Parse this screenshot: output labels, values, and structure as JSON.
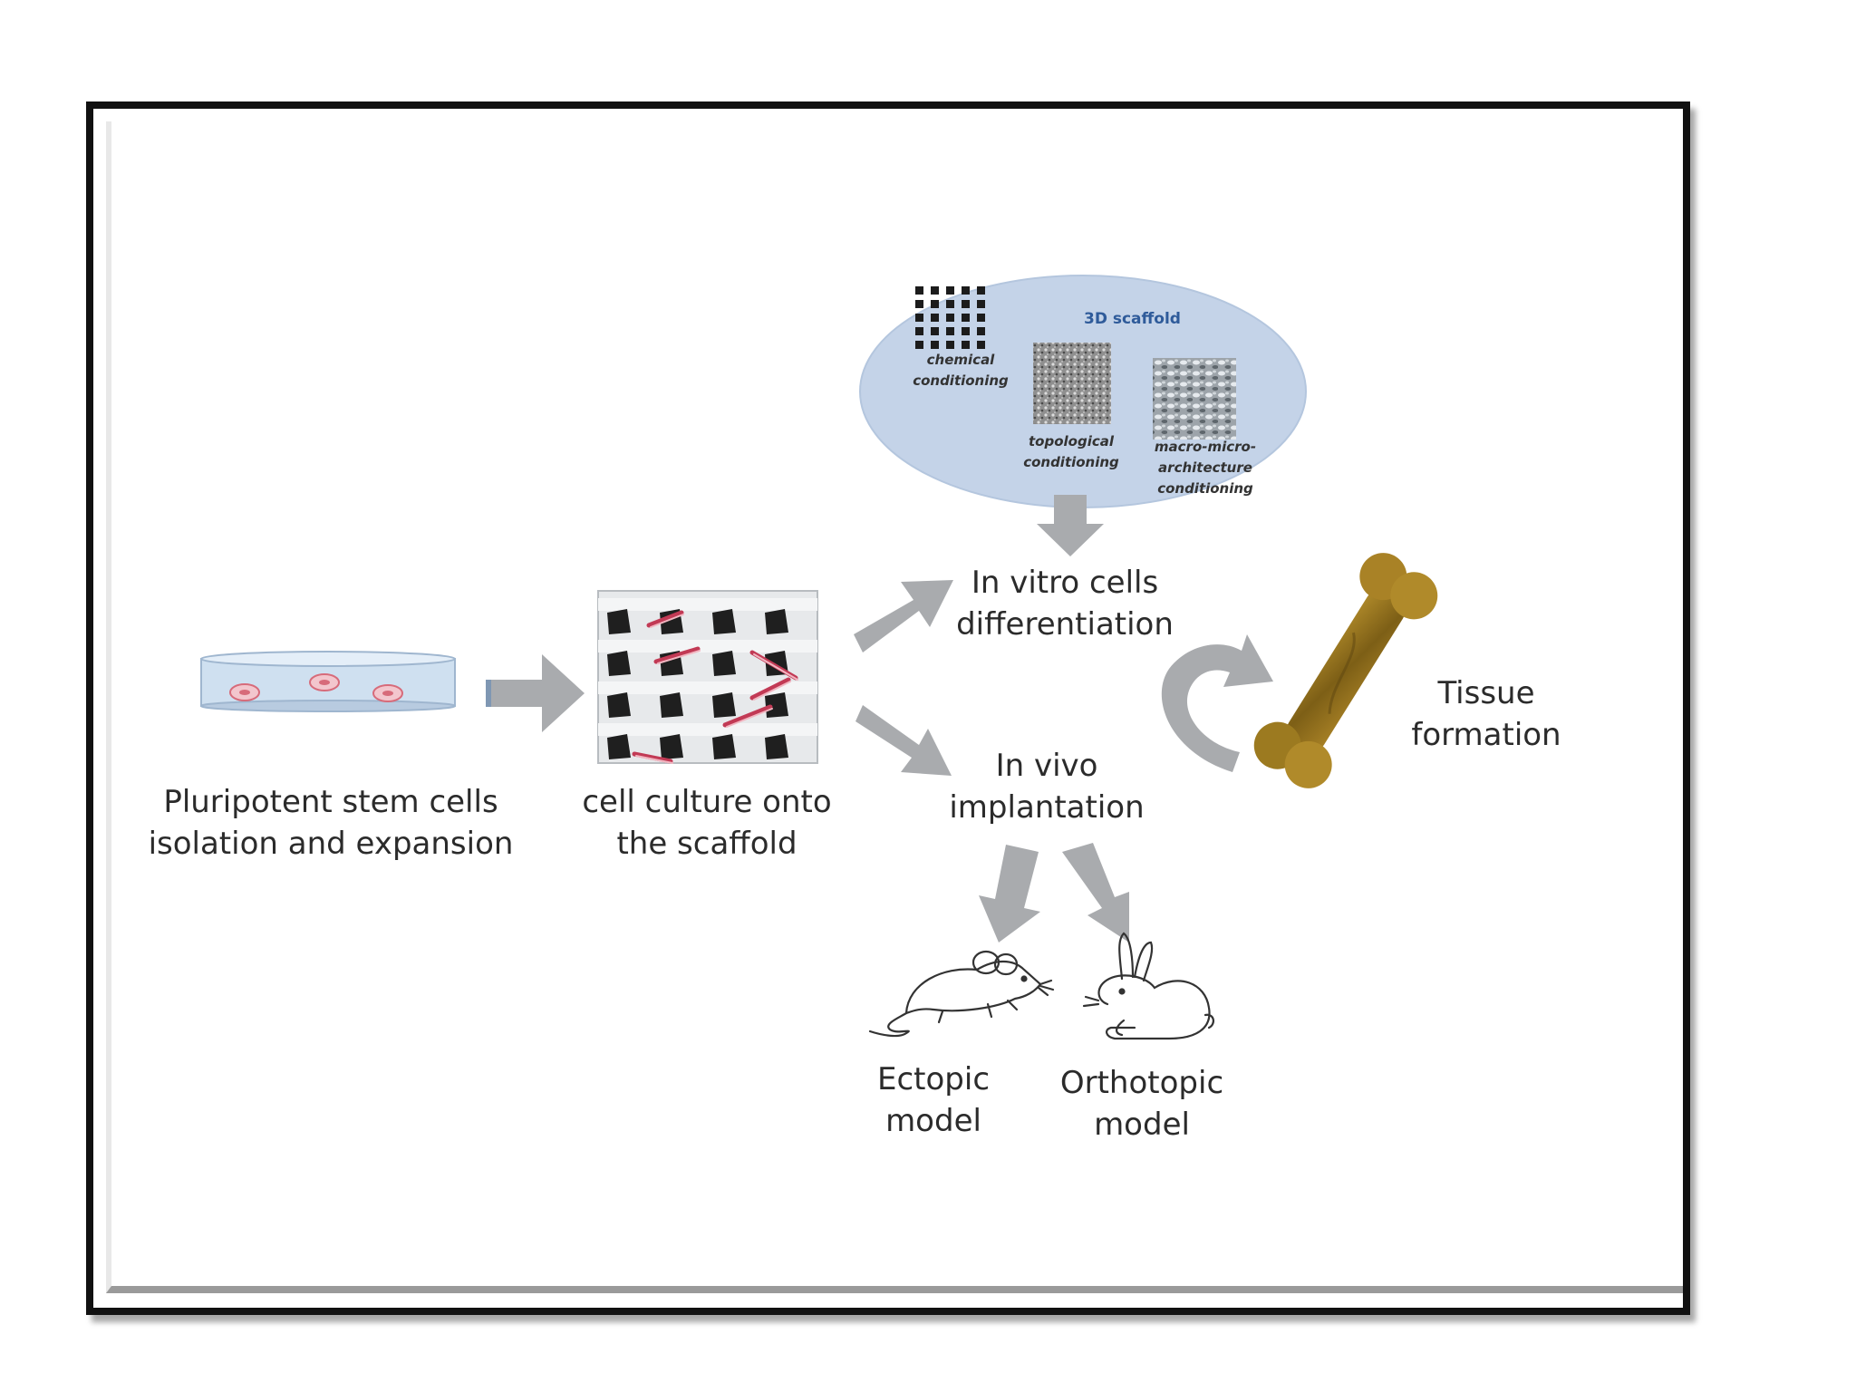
{
  "nodes": {
    "stem_cells": "Pluripotent stem cells\nisolation and expansion",
    "cell_culture": "cell culture onto\nthe scaffold",
    "in_vitro": "In vitro cells\ndifferentiation",
    "in_vivo": "In vivo\nimplantation",
    "tissue": "Tissue\nformation",
    "ectopic": "Ectopic\nmodel",
    "orthotopic": "Orthotopic\nmodel"
  },
  "scaffold_panel": {
    "title": "3D scaffold",
    "chemical": "chemical\nconditioning",
    "topological": "topological\nconditioning",
    "architecture": "macro-micro-\narchitecture\nconditioning"
  },
  "colors": {
    "arrow": "#a9abae",
    "ellipse": "#c4d3e8",
    "bone": "#8a6d1e",
    "petri": "#cfe0f0",
    "cell": "#e58a96"
  }
}
